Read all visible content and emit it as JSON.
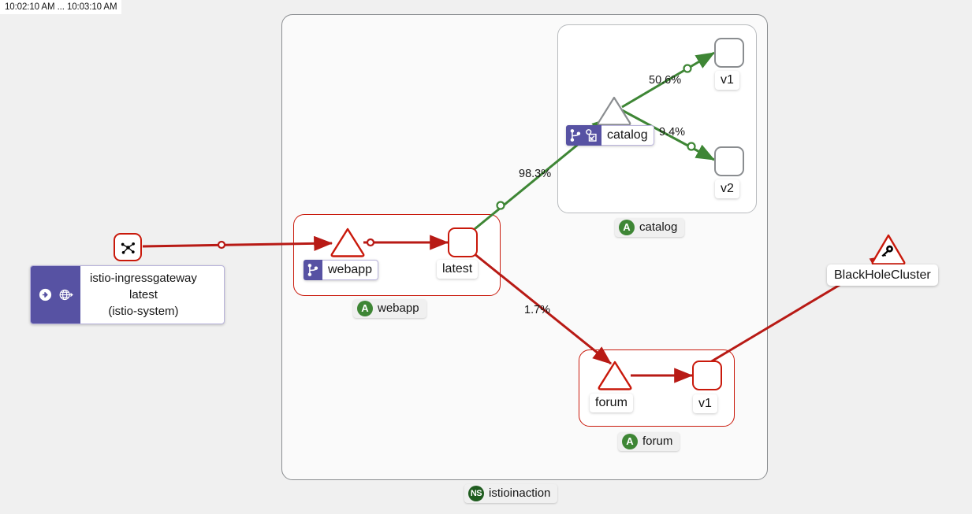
{
  "timerange": {
    "label": "10:02:10 AM ... 10:03:10 AM"
  },
  "colors": {
    "healthy_green": "#3e8635",
    "error_red": "#c9190b",
    "edge_red": "#b81a15",
    "istio_purple": "#5752a3",
    "node_gray": "#8a8d90",
    "ns_badge_green": "#1f5c1f",
    "page_bg": "#f0f0f0"
  },
  "namespace_box": {
    "badge_letters": "NS",
    "label": "istioinaction"
  },
  "groups": [
    {
      "id": "catalog",
      "badge_letters": "A",
      "label": "catalog",
      "health": "healthy"
    },
    {
      "id": "webapp",
      "badge_letters": "A",
      "label": "webapp",
      "health": "error"
    },
    {
      "id": "forum",
      "badge_letters": "A",
      "label": "forum",
      "health": "error"
    }
  ],
  "nodes": {
    "ingressgateway": {
      "icon": "topology-icon",
      "label_lines": "istio-ingressgateway\nlatest\n(istio-system)",
      "badge_icons": [
        "arrow-circle-right-icon",
        "gateway-globe-icon"
      ],
      "health": "error"
    },
    "webapp_service": {
      "label": "webapp",
      "badge_icons": [
        "virtual-service-icon"
      ],
      "shape": "service-triangle",
      "health": "error"
    },
    "webapp_latest": {
      "label": "latest",
      "shape": "workload-square",
      "health": "error"
    },
    "catalog_service": {
      "label": "catalog",
      "badge_icons": [
        "virtual-service-icon",
        "destination-rule-icon"
      ],
      "shape": "service-triangle",
      "health": "healthy"
    },
    "catalog_v1": {
      "label": "v1",
      "shape": "workload-square",
      "health": "healthy"
    },
    "catalog_v2": {
      "label": "v2",
      "shape": "workload-square",
      "health": "healthy"
    },
    "forum_service": {
      "label": "forum",
      "shape": "service-triangle",
      "health": "error"
    },
    "forum_v1": {
      "label": "v1",
      "shape": "workload-square",
      "health": "error"
    },
    "blackholecluster": {
      "label": "BlackHoleCluster",
      "icon": "key-icon",
      "shape": "service-triangle",
      "health": "error"
    }
  },
  "edges": [
    {
      "id": "ingress-to-webapp",
      "from": "ingressgateway",
      "to": "webapp_service",
      "status": "error",
      "label": ""
    },
    {
      "id": "webapp-to-latest",
      "from": "webapp_service",
      "to": "webapp_latest",
      "status": "error",
      "label": ""
    },
    {
      "id": "latest-to-catalog",
      "from": "webapp_latest",
      "to": "catalog_service",
      "status": "healthy",
      "label": "98.3%"
    },
    {
      "id": "catalog-to-v1",
      "from": "catalog_service",
      "to": "catalog_v1",
      "status": "healthy",
      "label": "50.6%"
    },
    {
      "id": "catalog-to-v2",
      "from": "catalog_service",
      "to": "catalog_v2",
      "status": "healthy",
      "label": "9.4%"
    },
    {
      "id": "latest-to-forum",
      "from": "webapp_latest",
      "to": "forum_service",
      "status": "error",
      "label": "1.7%"
    },
    {
      "id": "forum-to-v1",
      "from": "forum_service",
      "to": "forum_v1",
      "status": "error",
      "label": ""
    },
    {
      "id": "forumv1-to-blackhole",
      "from": "forum_v1",
      "to": "blackholecluster",
      "status": "error",
      "label": ""
    }
  ]
}
